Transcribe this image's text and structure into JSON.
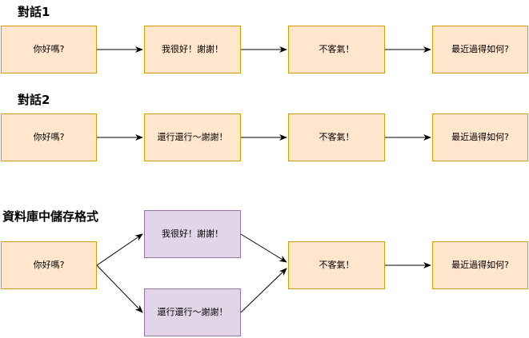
{
  "dialogue1": {
    "title": "對話1",
    "nodes": [
      "你好嗎?",
      "我很好！謝謝！",
      "不客氣！",
      "最近過得如何?"
    ]
  },
  "dialogue2": {
    "title": "對話2",
    "nodes": [
      "你好嗎?",
      "還行還行～謝謝！",
      "不客氣！",
      "最近過得如何?"
    ]
  },
  "storage": {
    "title": "資料庫中儲存格式",
    "start": "你好嗎?",
    "branch_a": "我很好！謝謝！",
    "branch_b": "還行還行～謝謝！",
    "merge": "不客氣！",
    "end": "最近過得如何?"
  },
  "colors": {
    "node_fill": "#ffe6cc",
    "node_stroke": "#d79b00",
    "branch_fill": "#e1d5e7",
    "branch_stroke": "#9673a6",
    "edge": "#000000"
  }
}
